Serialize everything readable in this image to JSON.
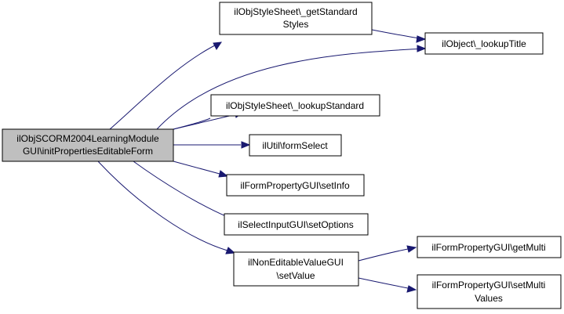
{
  "colors": {
    "root_fill": "#bfbfbf",
    "node_fill": "#ffffff",
    "node_border": "#000000",
    "edge": "#191970"
  },
  "nodes": {
    "root": {
      "lines": [
        "ilObjSCORM2004LearningModule",
        "GUI\\initPropertiesEditableForm"
      ]
    },
    "get_standard_styles": {
      "lines": [
        "ilObjStyleSheet\\_getStandard",
        "Styles"
      ]
    },
    "lookup_title": {
      "lines": [
        "ilObject\\_lookupTitle"
      ]
    },
    "lookup_standard": {
      "lines": [
        "ilObjStyleSheet\\_lookupStandard"
      ]
    },
    "form_select": {
      "lines": [
        "ilUtil\\formSelect"
      ]
    },
    "set_info": {
      "lines": [
        "ilFormPropertyGUI\\setInfo"
      ]
    },
    "set_options": {
      "lines": [
        "ilSelectInputGUI\\setOptions"
      ]
    },
    "non_editable_set_value": {
      "lines": [
        "ilNonEditableValueGUI",
        "\\setValue"
      ]
    },
    "get_multi": {
      "lines": [
        "ilFormPropertyGUI\\getMulti"
      ]
    },
    "set_multi_values": {
      "lines": [
        "ilFormPropertyGUI\\setMulti",
        "Values"
      ]
    }
  }
}
